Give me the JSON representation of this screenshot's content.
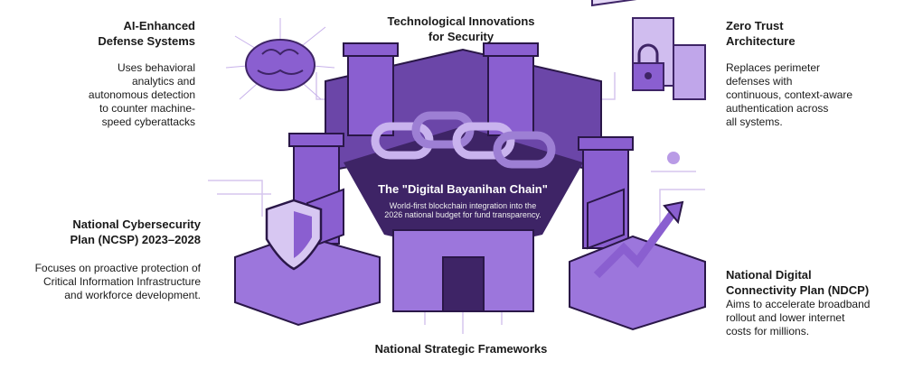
{
  "top": {
    "title": "Technological Innovations\nfor Security"
  },
  "bottom": {
    "title": "National Strategic Frameworks"
  },
  "center": {
    "title": "The \"Digital Bayanihan Chain\"",
    "body": "World-first blockchain integration into the 2026 national budget for fund transparency."
  },
  "ai_defense": {
    "title": "AI-Enhanced\nDefense Systems",
    "body": "Uses behavioral\nanalytics and\nautonomous detection\nto counter machine-\nspeed cyberattacks"
  },
  "zero_trust": {
    "title": "Zero Trust\nArchitecture",
    "body": "Replaces perimeter\ndefenses with\ncontinuous, context-aware\nauthentication across\nall systems."
  },
  "ncsp": {
    "title": "National Cybersecurity\nPlan (NCSP) 2023–2028",
    "body": "Focuses on proactive protection of\nCritical Information Infrastructure\nand workforce development."
  },
  "ndcp": {
    "title": "National Digital\nConnectivity Plan (NDCP)",
    "body": "Aims to accelerate broadband\nrollout and lower internet\ncosts for millions."
  },
  "colors": {
    "purple_light": "#b99be6",
    "purple_mid": "#8a5fd0",
    "purple_dark": "#3e2466",
    "text": "#1a1a1a"
  }
}
